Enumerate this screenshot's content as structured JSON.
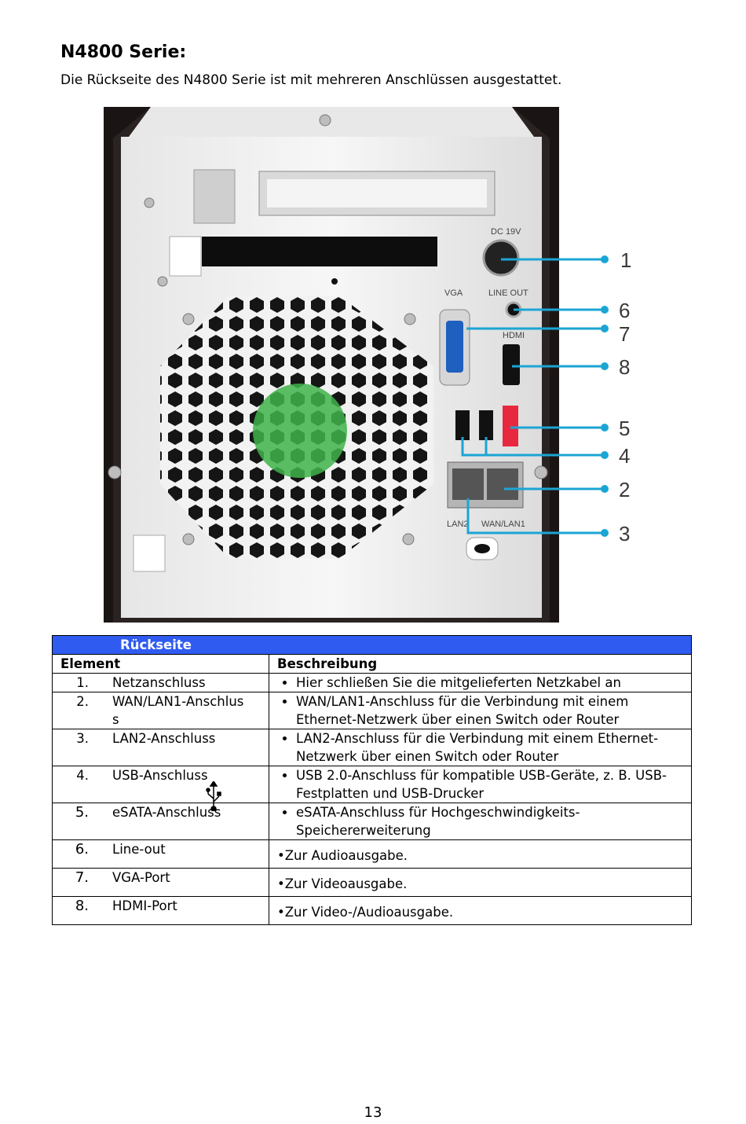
{
  "heading": "N4800 Serie:",
  "intro": "Die Rückseite des N4800 Serie ist mit mehreren Anschlüssen ausgestattet.",
  "figure": {
    "labels": {
      "dc": "DC 19V",
      "vga": "VGA",
      "lineout": "LINE OUT",
      "hdmi": "HDMI",
      "lan2": "LAN2",
      "wanlan1": "WAN/LAN1"
    },
    "callouts": [
      "1",
      "6",
      "7",
      "8",
      "5",
      "4",
      "2",
      "3"
    ],
    "accent_color": "#1ba5d4"
  },
  "table": {
    "section_title": "Rückseite",
    "col_element": "Element",
    "col_description": "Beschreibung",
    "rows": [
      {
        "num": "1.",
        "element": "Netzanschluss",
        "description": "Hier schließen Sie die mitgelieferten Netzkabel an"
      },
      {
        "num": "2.",
        "element": "WAN/LAN1-Anschluss",
        "description": "WAN/LAN1-Anschluss für die Verbindung mit einem Ethernet-Netzwerk über einen Switch oder Router"
      },
      {
        "num": "3.",
        "element": "LAN2-Anschluss",
        "description": "LAN2-Anschluss für die Verbindung mit einem Ethernet-Netzwerk über einen Switch oder Router"
      },
      {
        "num": "4.",
        "element": "USB-Anschluss",
        "description": "USB 2.0-Anschluss für kompatible USB-Geräte, z. B. USB-Festplatten und USB-Drucker"
      },
      {
        "num": "5.",
        "element": "eSATA-Anschluss",
        "description": "eSATA-Anschluss für Hochgeschwindigkeits-Speichererweiterung"
      },
      {
        "num": "6.",
        "element": "Line-out",
        "description": "•Zur Audioausgabe."
      },
      {
        "num": "7.",
        "element": "VGA-Port",
        "description": "•Zur Videoausgabe."
      },
      {
        "num": "8.",
        "element": "HDMI-Port",
        "description": "•Zur Video-/Audioausgabe."
      }
    ]
  },
  "page_number": "13"
}
